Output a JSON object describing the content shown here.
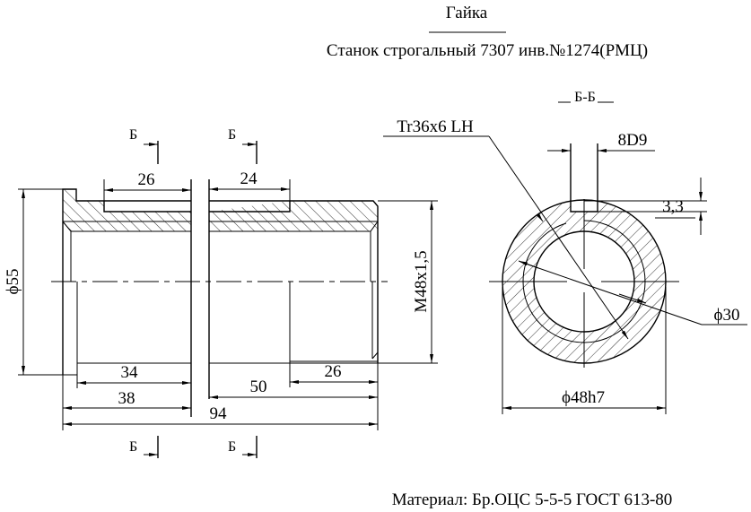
{
  "title": "Гайка",
  "subtitle": "Станок строгальный 7307 инв.№1274(РМЦ)",
  "material": "Материал: Бр.ОЦС 5-5-5 ГОСТ 613-80",
  "section_label": "Б",
  "section_title": "Б-Б",
  "main_view": {
    "dims": {
      "diameter_55": "ϕ55",
      "groove_left": "26",
      "groove_right": "24",
      "len_34": "34",
      "len_38": "38",
      "len_50": "50",
      "len_26": "26",
      "len_94": "94",
      "outer_thread": "M48x1,5"
    }
  },
  "section_view": {
    "dims": {
      "inner_thread": "Tr36x6 LH",
      "key_width": "8D9",
      "key_depth": "3,3",
      "bore": "ϕ30",
      "outer": "ϕ48h7"
    }
  }
}
